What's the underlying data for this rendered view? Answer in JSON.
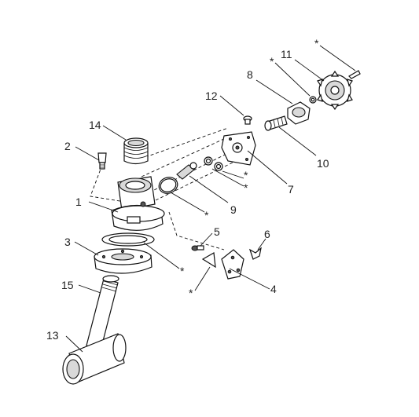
{
  "callouts": {
    "c1": "1",
    "c2": "2",
    "c3": "3",
    "c4": "4",
    "c5": "5",
    "c6": "6",
    "c7": "7",
    "c8": "8",
    "c9": "9",
    "c10": "10",
    "c11": "11",
    "c12": "12",
    "c13": "13",
    "c14": "14",
    "c15": "15"
  },
  "asterisk": "*"
}
